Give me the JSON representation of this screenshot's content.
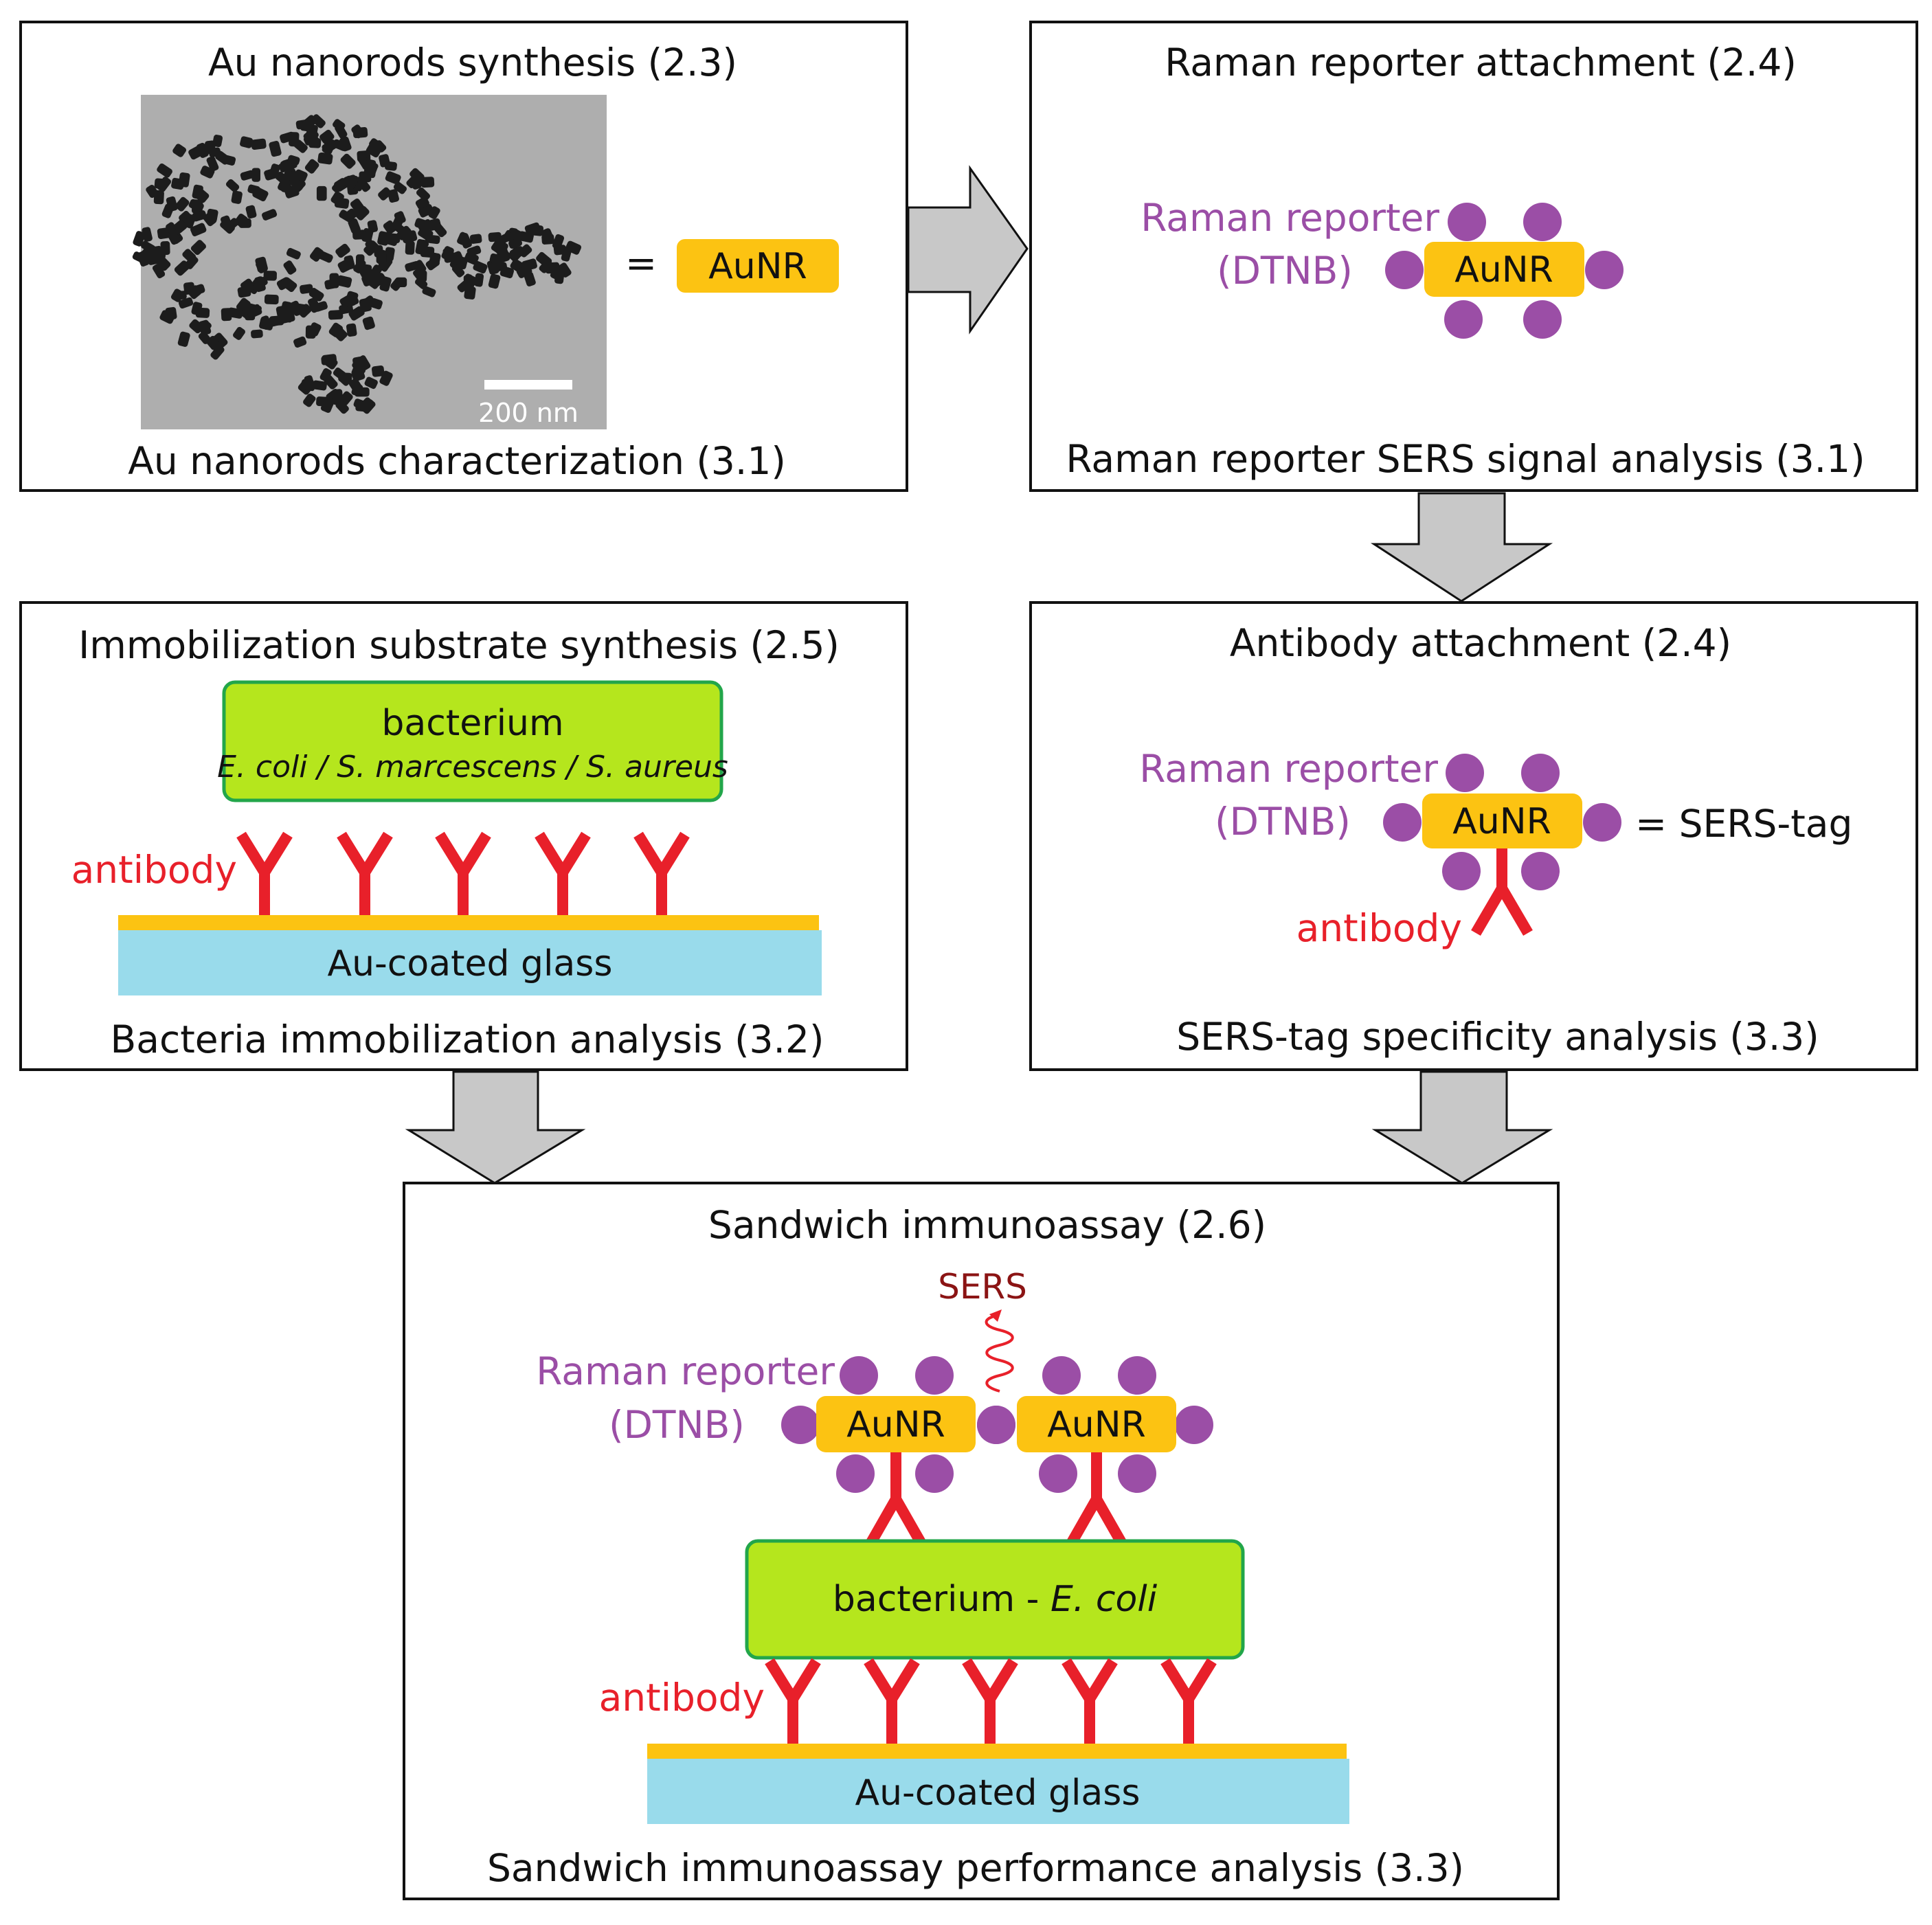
{
  "colors": {
    "aunr": "#fcc312",
    "reporter": "#9b4ea6",
    "antibody": "#e8202a",
    "bacterium_fill": "#b5e61d",
    "bacterium_border": "#22a64a",
    "glass": "#99dbeb",
    "gold_layer": "#fcc312",
    "arrow_fill": "#c8c8c8",
    "sers_text": "#8b1414"
  },
  "panel1": {
    "title": "Au nanorods synthesis (2.3)",
    "footer": "Au nanorods characterization (3.1)",
    "scale_bar": "200 nm",
    "equals": "=",
    "aunr_label": "AuNR"
  },
  "panel2": {
    "title": "Raman reporter attachment (2.4)",
    "reporter_line1": "Raman reporter",
    "reporter_line2": "(DTNB)",
    "aunr_label": "AuNR",
    "footer": "Raman reporter SERS signal analysis (3.1)"
  },
  "panel3": {
    "title": "Immobilization substrate synthesis (2.5)",
    "bacterium_label": "bacterium",
    "bacterium_species": "E. coli / S. marcescens / S. aureus",
    "antibody_label": "antibody",
    "glass_label": "Au-coated glass",
    "footer": "Bacteria immobilization analysis (3.2)"
  },
  "panel4": {
    "title": "Antibody attachment (2.4)",
    "reporter_line1": "Raman reporter",
    "reporter_line2": "(DTNB)",
    "aunr_label": "AuNR",
    "equals_tag": "= SERS-tag",
    "antibody_label": "antibody",
    "footer": "SERS-tag specificity analysis (3.3)"
  },
  "panel5": {
    "title": "Sandwich immunoassay (2.6)",
    "sers_label": "SERS",
    "reporter_line1": "Raman reporter",
    "reporter_line2": "(DTNB)",
    "aunr_left": "AuNR",
    "aunr_right": "AuNR",
    "bacterium_prefix": "bacterium - ",
    "bacterium_species": "E. coli",
    "antibody_label": "antibody",
    "glass_label": "Au-coated glass",
    "footer": "Sandwich immunoassay performance analysis (3.3)"
  }
}
